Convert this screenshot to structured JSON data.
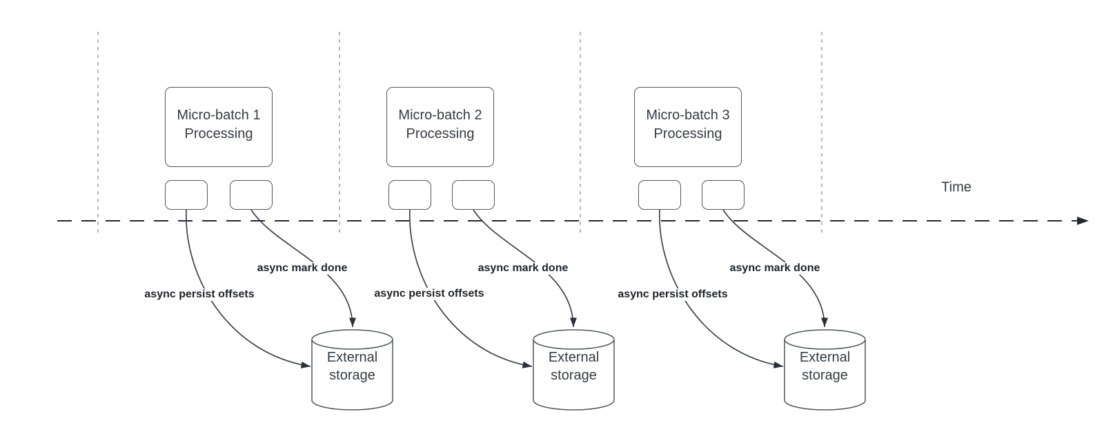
{
  "diagram": {
    "time_axis_label": "Time",
    "groups": [
      {
        "box_label": "Micro-batch 1\nProcessing",
        "persist_label": "async persist offsets",
        "mark_done_label": "async mark done",
        "storage_label": "External\nstorage"
      },
      {
        "box_label": "Micro-batch 2\nProcessing",
        "persist_label": "async persist offsets",
        "mark_done_label": "async mark done",
        "storage_label": "External\nstorage"
      },
      {
        "box_label": "Micro-batch 3\nProcessing",
        "persist_label": "async persist offsets",
        "mark_done_label": "async mark done",
        "storage_label": "External\nstorage"
      }
    ],
    "colors": {
      "background": "#ffffff",
      "shape_stroke": "#4d565f",
      "edge_stroke": "#3a424b",
      "timeline_stroke": "#23282e",
      "guide_stroke": "#9ea4a9",
      "text": "#343b42",
      "edge_label_text": "#1d2329"
    }
  }
}
